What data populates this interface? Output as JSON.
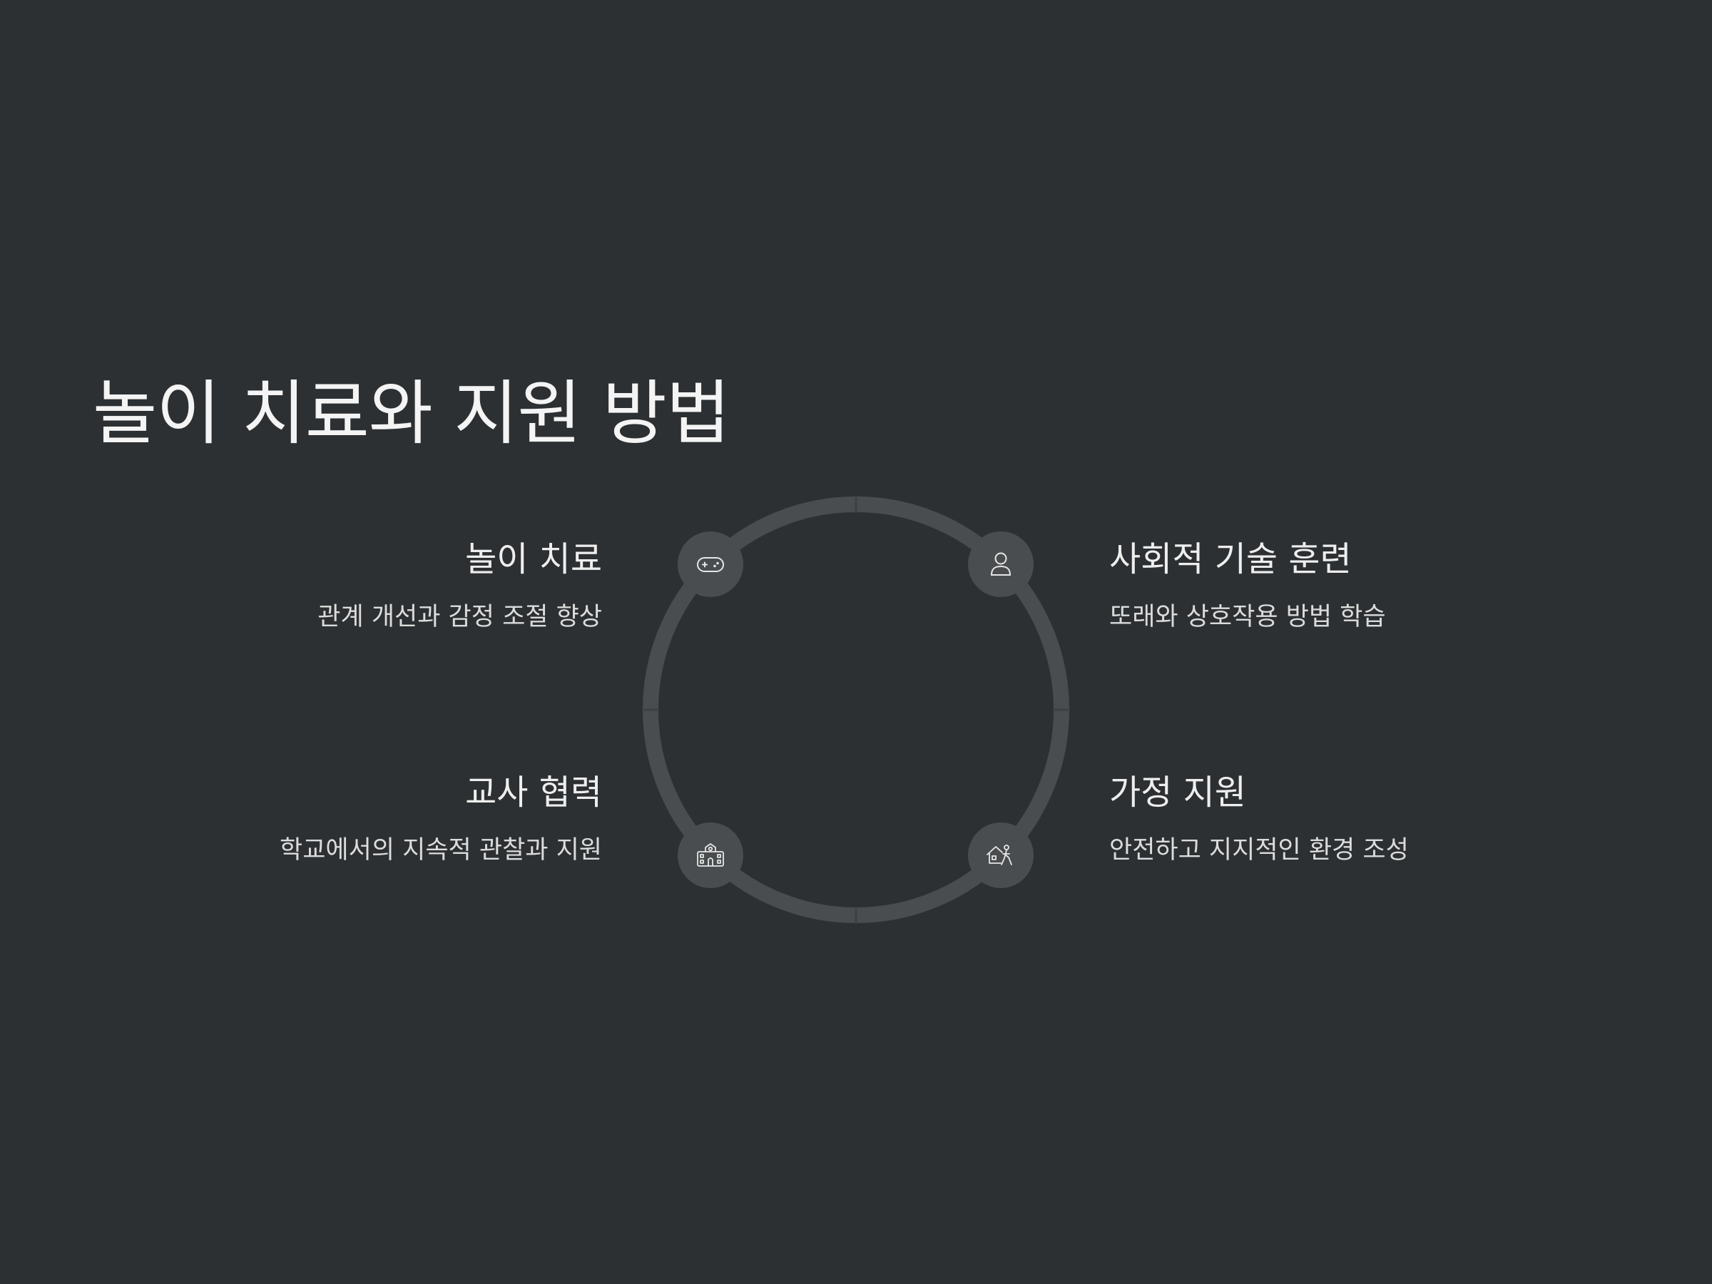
{
  "slide": {
    "title": "놀이 치료와 지원 방법"
  },
  "items": [
    {
      "title": "놀이 치료",
      "description": "관계 개선과 감정 조절 향상",
      "icon": "gamepad-icon"
    },
    {
      "title": "사회적 기술 훈련",
      "description": "또래와 상호작용 방법 학습",
      "icon": "person-icon"
    },
    {
      "title": "교사 협력",
      "description": "학교에서의 지속적 관찰과 지원",
      "icon": "school-icon"
    },
    {
      "title": "가정 지원",
      "description": "안전하고 지지적인 환경 조성",
      "icon": "home-family-icon"
    }
  ],
  "colors": {
    "background": "#2d3032",
    "ring": "#4a4d4f",
    "icon_circle": "#4a4d4f",
    "text": "#eeeeee"
  }
}
